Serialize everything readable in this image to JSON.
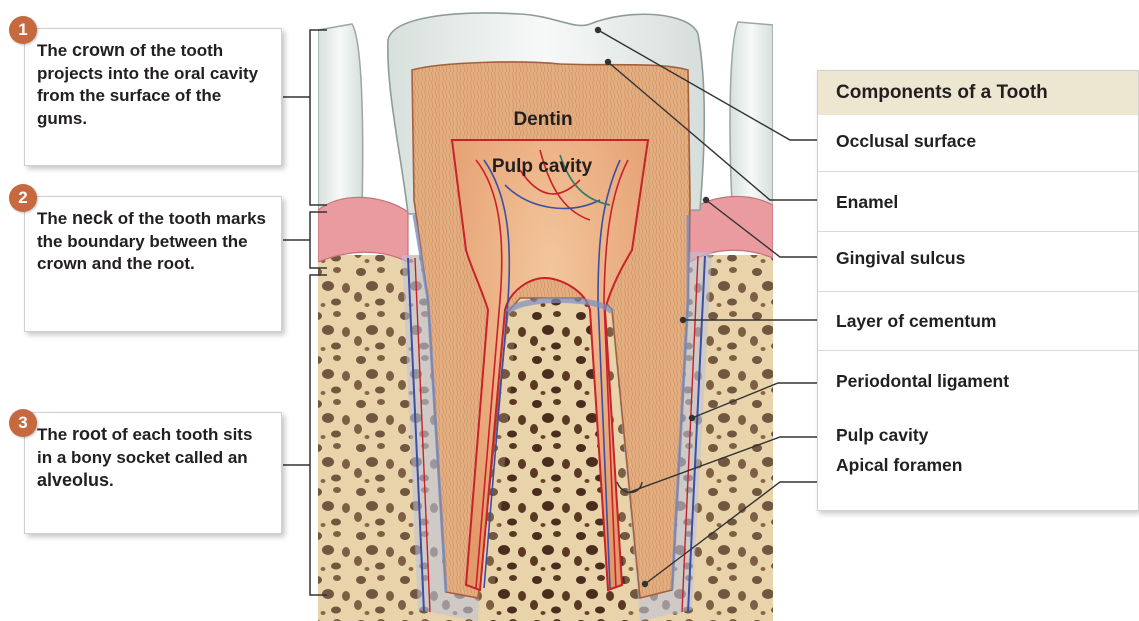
{
  "callouts": [
    {
      "number": "1",
      "pre": "The ",
      "keyword": "crown",
      "post": " of the tooth projects into the oral cavity from the surface of the gums."
    },
    {
      "number": "2",
      "pre": "The ",
      "keyword": "neck",
      "post": " of the tooth marks the boundary between the crown and the root."
    },
    {
      "number": "3",
      "pre": "The ",
      "keyword": "root",
      "post": " of each tooth sits in a bony socket called an ",
      "keyword2": "alveolus",
      "end": "."
    }
  ],
  "labels": {
    "dentin": "Dentin",
    "pulp_cavity": "Pulp cavity"
  },
  "legend": {
    "title": "Components of a Tooth",
    "items": [
      "Occlusal surface",
      "Enamel",
      "Gingival sulcus",
      "Layer of cementum",
      "Periodontal ligament",
      "Pulp cavity",
      "Apical foramen"
    ]
  },
  "colors": {
    "callout_number": "#c6693f",
    "legend_header": "#ede7d2",
    "dentin": "#e2ac7c",
    "pulp": "#e8a877",
    "enamel": "#eef2f0",
    "gum": "#e99b9f",
    "bone": "#e6cfa7",
    "vessel_red": "#c8222a",
    "vessel_blue": "#3c4fa3"
  }
}
